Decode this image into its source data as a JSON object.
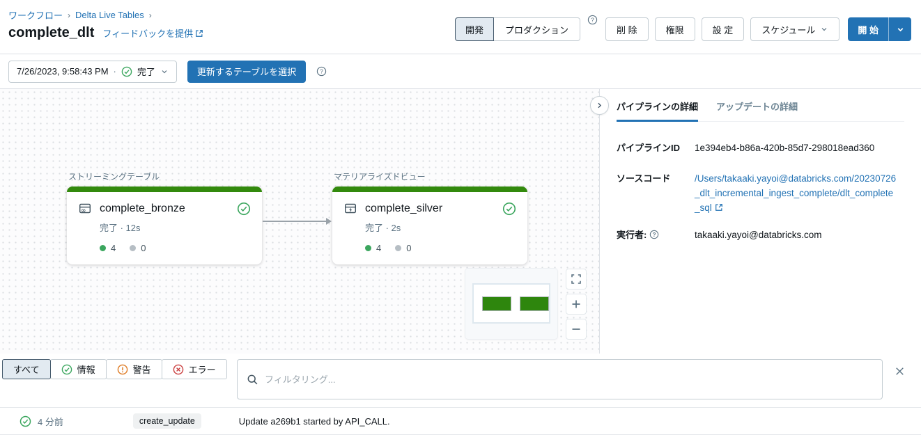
{
  "colors": {
    "primary_blue": "#2272B4",
    "success_green": "#3BA65E",
    "node_bar_green": "#338A0D",
    "warning_orange": "#DE7921",
    "error_red": "#CA3E3E"
  },
  "breadcrumb": {
    "items": [
      "ワークフロー",
      "Delta Live Tables"
    ],
    "separator": "›"
  },
  "header": {
    "title": "complete_dlt",
    "feedback_link": "フィードバックを提供",
    "mode_toggle": {
      "dev": "開発",
      "prod": "プロダクション",
      "selected": "開発"
    },
    "delete_button": "削 除",
    "permissions_button": "権限",
    "settings_button": "設 定",
    "schedule_button": "スケジュール",
    "start_button": "開 始"
  },
  "update_bar": {
    "timestamp": "7/26/2023, 9:58:43 PM",
    "separator": "·",
    "status": "完了",
    "select_tables_button": "更新するテーブルを選択"
  },
  "graph": {
    "nodes": [
      {
        "group_label": "ストリーミングテーブル",
        "name": "complete_bronze",
        "status_line": "完了 · 12s",
        "success_count": "4",
        "fail_count": "0"
      },
      {
        "group_label": "マテリアライズドビュー",
        "name": "complete_silver",
        "status_line": "完了 · 2s",
        "success_count": "4",
        "fail_count": "0"
      }
    ]
  },
  "details_panel": {
    "tabs": [
      {
        "label": "パイプラインの詳細"
      },
      {
        "label": "アップデートの詳細"
      }
    ],
    "pipeline_id": {
      "label": "パイプラインID",
      "value": "1e394eb4-b86a-420b-85d7-298018ead360"
    },
    "source_code": {
      "label": "ソースコード",
      "value": "/Users/takaaki.yayoi@databricks.com/20230726_dlt_incremental_ingest_complete/dlt_complete_sql"
    },
    "owner": {
      "label": "実行者:",
      "value": "takaaki.yayoi@databricks.com"
    }
  },
  "event_log": {
    "filters": {
      "all": "すべて",
      "info": "情報",
      "warning": "警告",
      "error": "エラー"
    },
    "search_placeholder": "フィルタリング...",
    "row": {
      "time": "4 分前",
      "event_type": "create_update",
      "message": "Update a269b1 started by API_CALL."
    }
  }
}
